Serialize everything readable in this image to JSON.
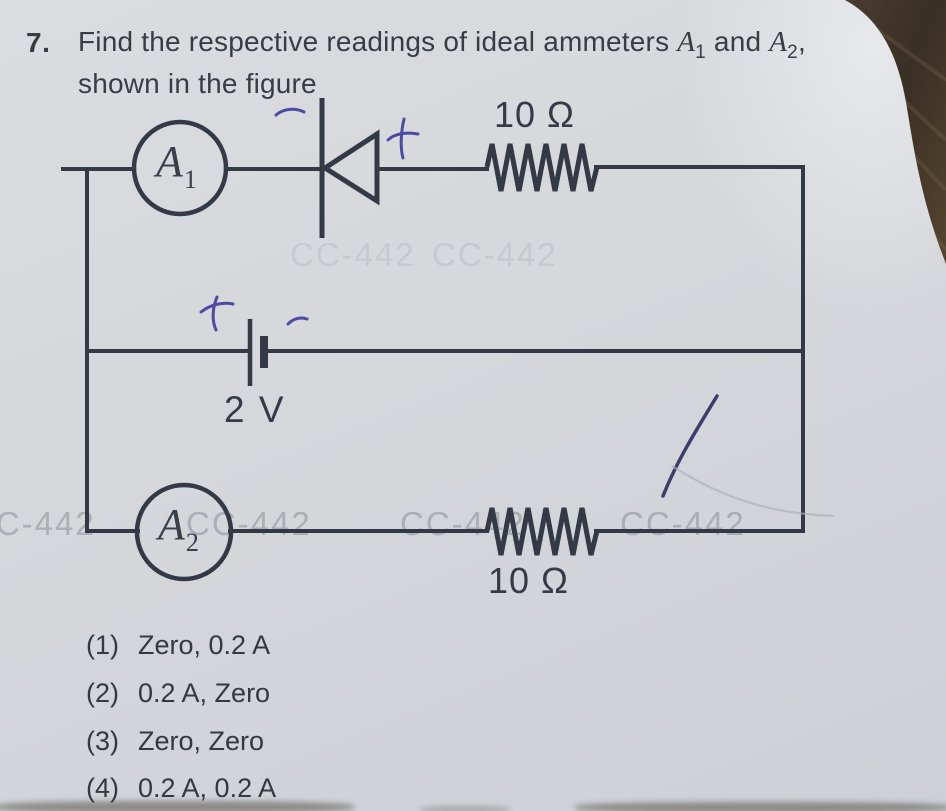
{
  "question": {
    "number": "7.",
    "text_before": "Find the respective readings of ideal ammeters ",
    "a1_base": "A",
    "a1_sub": "1",
    "text_between": " and ",
    "a2_base": "A",
    "a2_sub": "2",
    "text_after": ",",
    "line2": "shown in the figure"
  },
  "circuit": {
    "ammeter1": {
      "base": "A",
      "sub": "1"
    },
    "ammeter2": {
      "base": "A",
      "sub": "2"
    },
    "resistor_top_label": "10 Ω",
    "resistor_bottom_label": "10 Ω",
    "battery_label": "2 V",
    "handwritten_annotations": {
      "diode_cathode_mark": "−",
      "diode_anode_mark": "+",
      "battery_positive_mark": "+",
      "battery_negative_mark": "−"
    },
    "colors": {
      "wire": "#343a45",
      "ink": "#4c4aa2",
      "watermark_gray": "#8c9096"
    }
  },
  "watermark": {
    "text": "CC-442"
  },
  "options": [
    {
      "num": "(1)",
      "text": "Zero, 0.2 A"
    },
    {
      "num": "(2)",
      "text": "0.2 A, Zero"
    },
    {
      "num": "(3)",
      "text": "Zero, Zero"
    },
    {
      "num": "(4)",
      "text": "0.2 A, 0.2 A"
    }
  ]
}
